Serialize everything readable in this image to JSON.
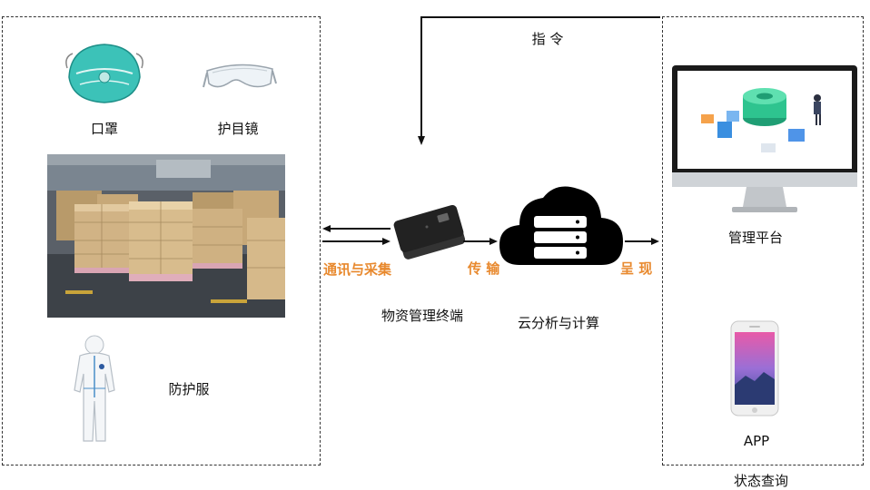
{
  "left_items": {
    "mask": "口罩",
    "goggles": "护目镜",
    "suit": "防护服"
  },
  "terminal_label": "物资管理终端",
  "cloud_label": "云分析与计算",
  "flow_labels": {
    "collect": "通讯与采集",
    "transmit": "传 输",
    "present": "呈 现",
    "command": "指 令"
  },
  "right_items": {
    "platform": "管理平台",
    "app": "APP",
    "status": "状态查询"
  },
  "colors": {
    "accent": "#e8892e",
    "border": "#333333",
    "mask": "#3cc2b8",
    "platform": "#2ec48f"
  }
}
